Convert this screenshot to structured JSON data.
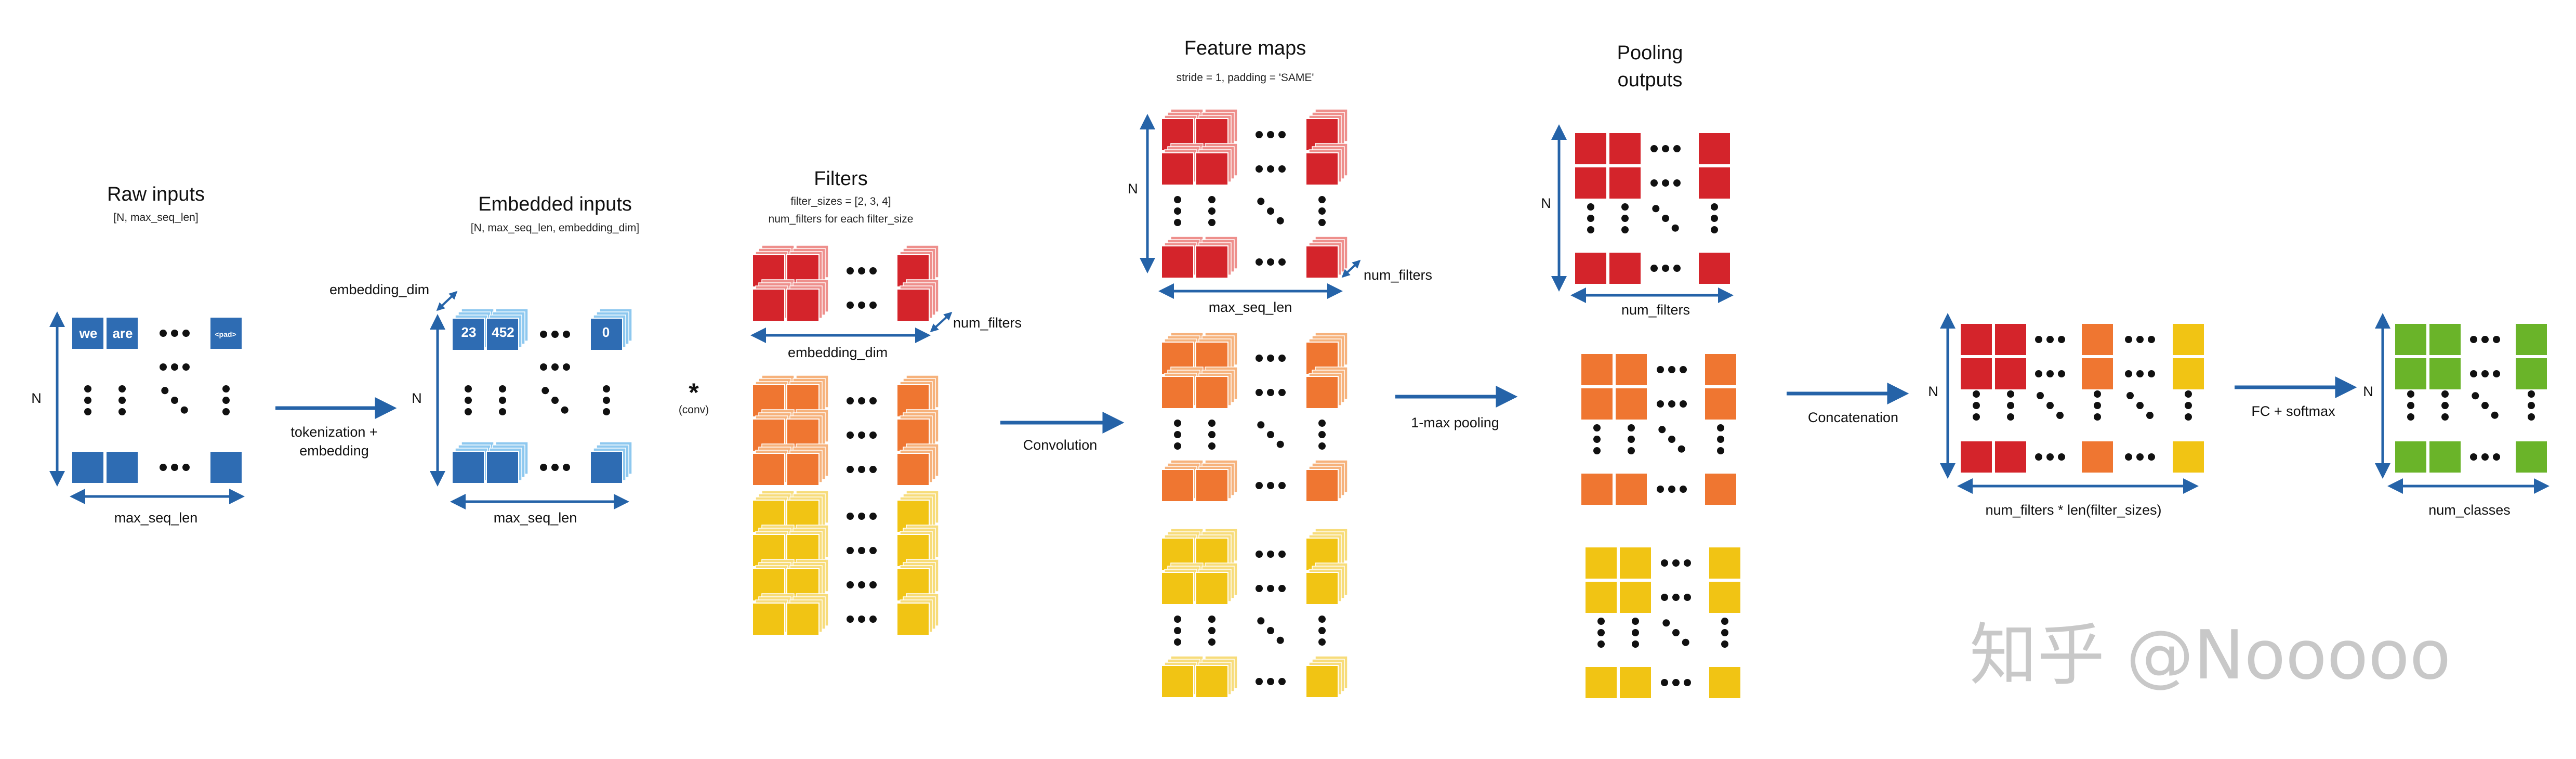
{
  "colors": {
    "blue": "#2e6cb3",
    "blue_light": "#8ec8ef",
    "red": "#d4242b",
    "red_light": "#ee8f8c",
    "orange": "#ef7631",
    "orange_light": "#f6b27c",
    "yellow": "#f1c414",
    "yellow_light": "#f7dc7a",
    "green": "#6ab429",
    "arrow": "#2563a8"
  },
  "raw_inputs": {
    "title": "Raw inputs",
    "subtitle": "[N, max_seq_len]",
    "tokens": [
      "we",
      "are",
      "<pad>"
    ],
    "row_label": "N",
    "col_label": "max_seq_len"
  },
  "step_tokenize": {
    "line1": "tokenization +",
    "line2": "embedding"
  },
  "embedded_inputs": {
    "title": "Embedded inputs",
    "subtitle": "[N, max_seq_len, embedding_dim]",
    "ids": [
      "23",
      "452",
      "0"
    ],
    "depth_label": "embedding_dim",
    "row_label": "N",
    "col_label": "max_seq_len"
  },
  "conv_symbol": {
    "star": "*",
    "text": "(conv)"
  },
  "filters": {
    "title": "Filters",
    "subtitle1": "filter_sizes = [2, 3, 4]",
    "subtitle2": "num_filters for each filter_size",
    "depth_label": "num_filters",
    "width_label": "embedding_dim"
  },
  "step_convolution": "Convolution",
  "feature_maps": {
    "title": "Feature maps",
    "subtitle": "stride = 1, padding = 'SAME'",
    "row_label": "N",
    "depth_label": "num_filters",
    "col_label": "max_seq_len"
  },
  "step_pooling": "1-max pooling",
  "pooling_outputs": {
    "title1": "Pooling",
    "title2": "outputs",
    "row_label": "N",
    "col_label": "num_filters"
  },
  "step_concat": "Concatenation",
  "concatenated": {
    "row_label": "N",
    "col_label": "num_filters * len(filter_sizes)"
  },
  "step_fc": "FC + softmax",
  "output": {
    "row_label": "N",
    "col_label": "num_classes"
  },
  "watermark": "知乎 @Nooooo"
}
